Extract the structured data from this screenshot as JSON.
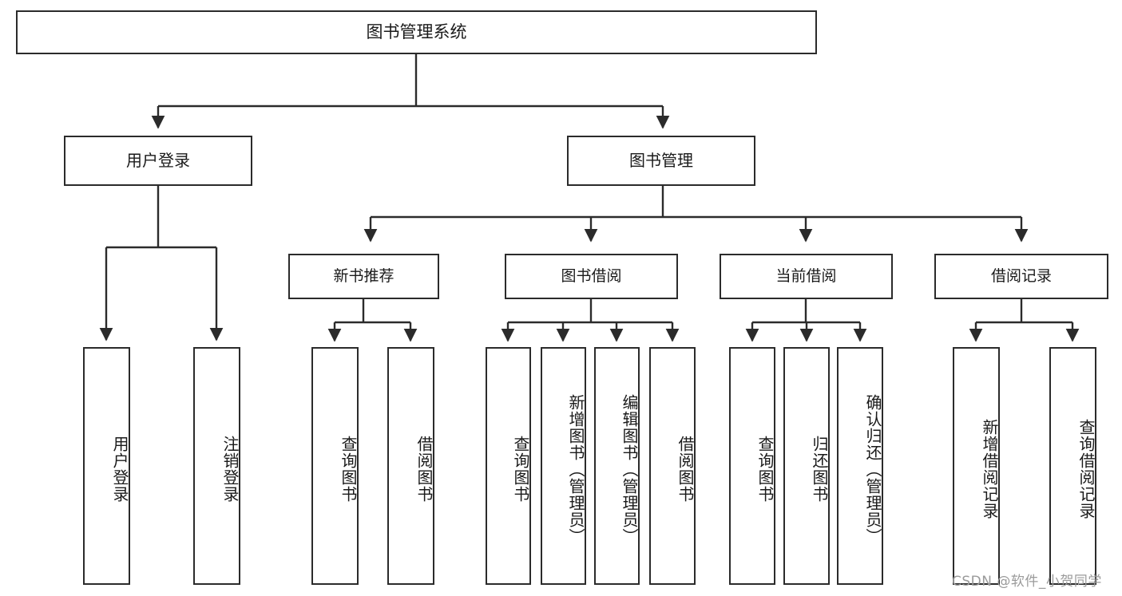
{
  "diagram": {
    "title": "图书管理系统",
    "watermark": "CSDN @软件_小贺同学",
    "colors": {
      "stroke": "#2b2b2b",
      "fill": "#ffffff",
      "text": "#1a1a1a",
      "watermark": "#9a9a9a"
    },
    "root": {
      "label": "图书管理系统"
    },
    "level2": [
      {
        "label": "用户登录"
      },
      {
        "label": "图书管理"
      }
    ],
    "level3": [
      {
        "label": "新书推荐"
      },
      {
        "label": "图书借阅"
      },
      {
        "label": "当前借阅"
      },
      {
        "label": "借阅记录"
      }
    ],
    "leaves": {
      "user_login": [
        {
          "label": "用户登录"
        },
        {
          "label": "注销登录"
        }
      ],
      "new_book_recommend": [
        {
          "label": "查询图书"
        },
        {
          "label": "借阅图书"
        }
      ],
      "book_borrow": [
        {
          "label": "查询图书"
        },
        {
          "label": "新增图书（管理员）"
        },
        {
          "label": "编辑图书（管理员）"
        },
        {
          "label": "借阅图书"
        }
      ],
      "current_borrow": [
        {
          "label": "查询图书"
        },
        {
          "label": "归还图书"
        },
        {
          "label": "确认归还（管理员）"
        }
      ],
      "borrow_record": [
        {
          "label": "新增借阅记录"
        },
        {
          "label": "查询借阅记录"
        }
      ]
    }
  }
}
